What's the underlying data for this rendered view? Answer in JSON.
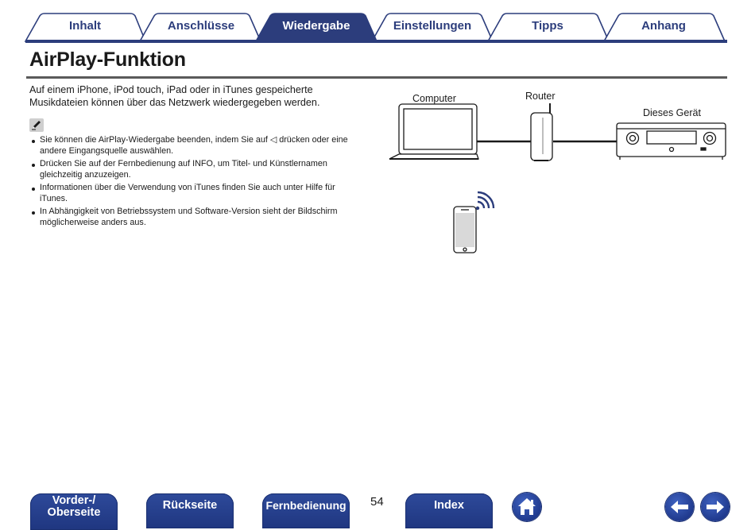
{
  "tabs": [
    {
      "label": "Inhalt",
      "active": false
    },
    {
      "label": "Anschlüsse",
      "active": false
    },
    {
      "label": "Wiedergabe",
      "active": true
    },
    {
      "label": "Einstellungen",
      "active": false
    },
    {
      "label": "Tipps",
      "active": false
    },
    {
      "label": "Anhang",
      "active": false
    }
  ],
  "page": {
    "title": "AirPlay-Funktion",
    "intro_lines": [
      "Auf einem iPhone, iPod touch, iPad oder in iTunes gespeicherte",
      "Musikdateien können über das Netzwerk wiedergegeben werden."
    ],
    "note_icon": "pencil-note-icon",
    "notes": [
      [
        "Sie können die AirPlay-Wiedergabe beenden, indem Sie auf ◁ drücken oder eine",
        "andere Eingangsquelle auswählen."
      ],
      [
        "Drücken Sie auf der Fernbedienung auf INFO, um Titel- und Künstlernamen",
        "gleichzeitig anzuzeigen."
      ],
      [
        "Informationen über die Verwendung von iTunes finden Sie auch unter Hilfe für",
        "iTunes."
      ],
      [
        "In Abhängigkeit von Betriebssystem und Software-Version sieht der Bildschirm",
        "möglicherweise anders aus."
      ]
    ]
  },
  "diagram": {
    "computer_label": "Computer",
    "router_label": "Router",
    "device_label": "Dieses Gerät",
    "icons": [
      "laptop-icon",
      "router-icon",
      "av-receiver-icon",
      "iphone-icon",
      "wifi-signal-icon"
    ]
  },
  "footer": {
    "front_label_line1": "Vorder-/",
    "front_label_line2": "Oberseite",
    "back_label": "Rückseite",
    "remote_label": "Fernbedienung",
    "page_number": "54",
    "index_label": "Index",
    "icons": [
      "home-icon",
      "arrow-left-icon",
      "arrow-right-icon"
    ]
  },
  "colors": {
    "brand_blue": "#2c3d7c",
    "active_tab": "#2c3d7c",
    "button_blue": "#243c8c",
    "rule_gray": "#5a5a5a"
  }
}
